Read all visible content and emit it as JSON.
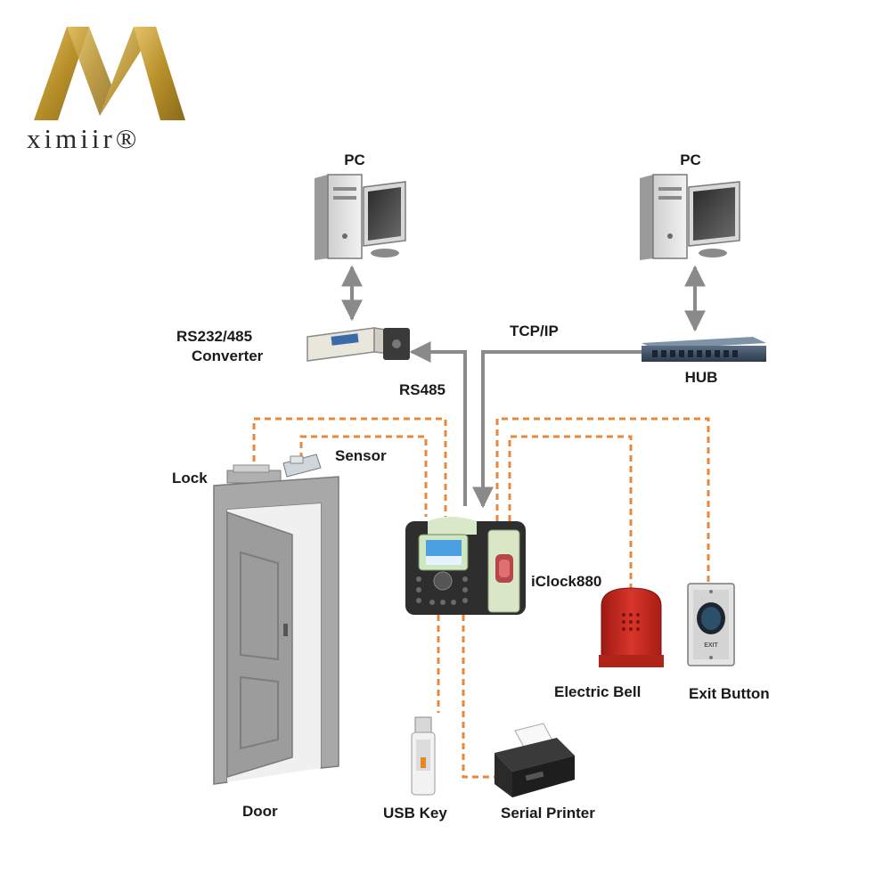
{
  "brand": {
    "text": "ximiir®",
    "color": "#b8902a"
  },
  "labels": {
    "pc_left": "PC",
    "pc_right": "PC",
    "converter_line1": "RS232/485",
    "converter_line2": "Converter",
    "tcpip": "TCP/IP",
    "hub": "HUB",
    "rs485": "RS485",
    "sensor": "Sensor",
    "lock": "Lock",
    "device": "iClock880",
    "electric_bell": "Electric Bell",
    "exit_button": "Exit Button",
    "door": "Door",
    "usb_key": "USB Key",
    "serial_printer": "Serial Printer"
  },
  "exit_button_text": "EXIT",
  "colors": {
    "dashed_wire": "#e8883c",
    "network_line": "#8a8a8a",
    "door": "#9a9a9a",
    "bell": "#c8281e",
    "device_body": "#2e2e2e"
  }
}
